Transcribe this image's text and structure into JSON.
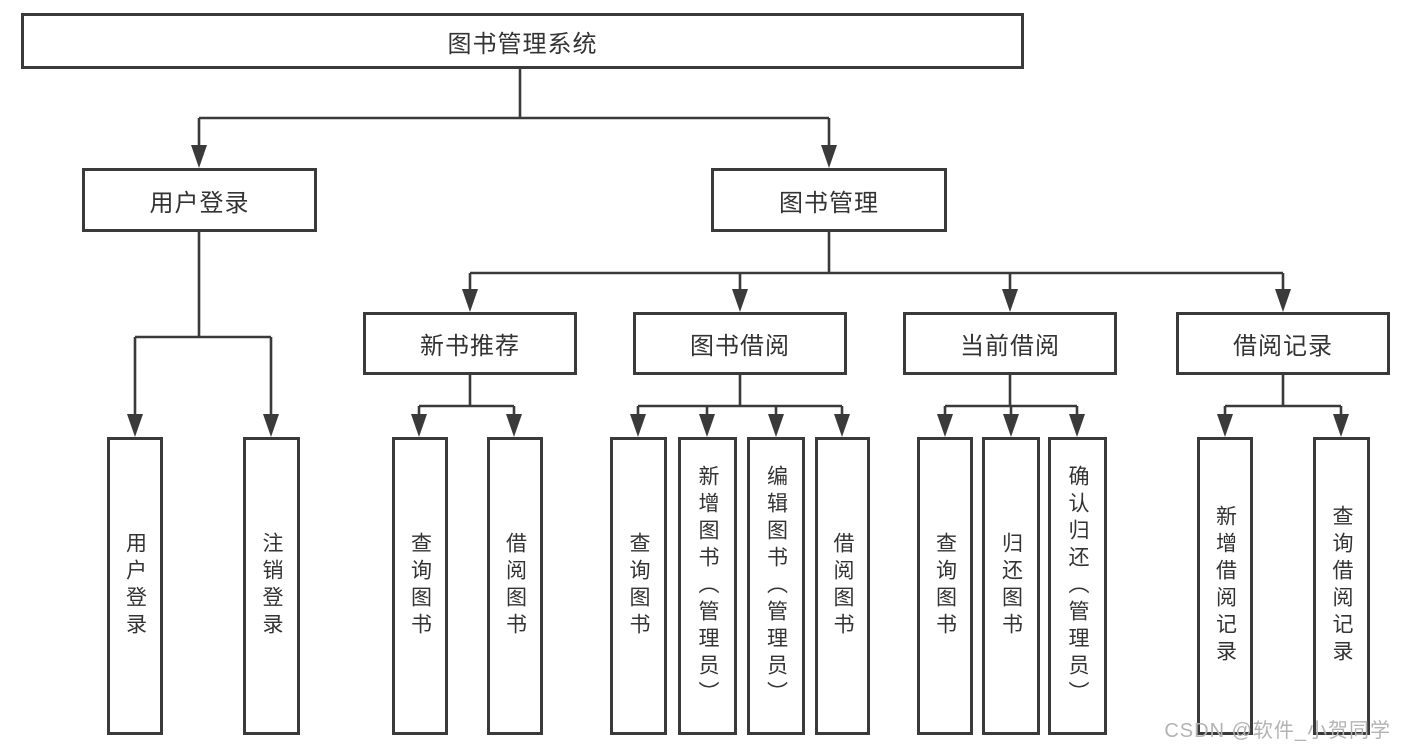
{
  "colors": {
    "line": "#3a3a3a",
    "border": "#3a3a3a",
    "text": "#333333",
    "box_background": "#ffffff",
    "watermark_text_color": "#b3b3b3"
  },
  "watermark": "CSDN @软件_小贺同学",
  "tree": {
    "root": "图书管理系统",
    "branches": [
      {
        "label": "用户登录",
        "children": [
          "用户登录",
          "注销登录"
        ]
      },
      {
        "label": "图书管理",
        "sections": [
          {
            "label": "新书推荐",
            "children": [
              "查询图书",
              "借阅图书"
            ]
          },
          {
            "label": "图书借阅",
            "children": [
              "查询图书",
              "新增图书（管理员）",
              "编辑图书（管理员）",
              "借阅图书"
            ]
          },
          {
            "label": "当前借阅",
            "children": [
              "查询图书",
              "归还图书",
              "确认归还（管理员）"
            ]
          },
          {
            "label": "借阅记录",
            "children": [
              "新增借阅记录",
              "查询借阅记录"
            ]
          }
        ]
      }
    ]
  }
}
